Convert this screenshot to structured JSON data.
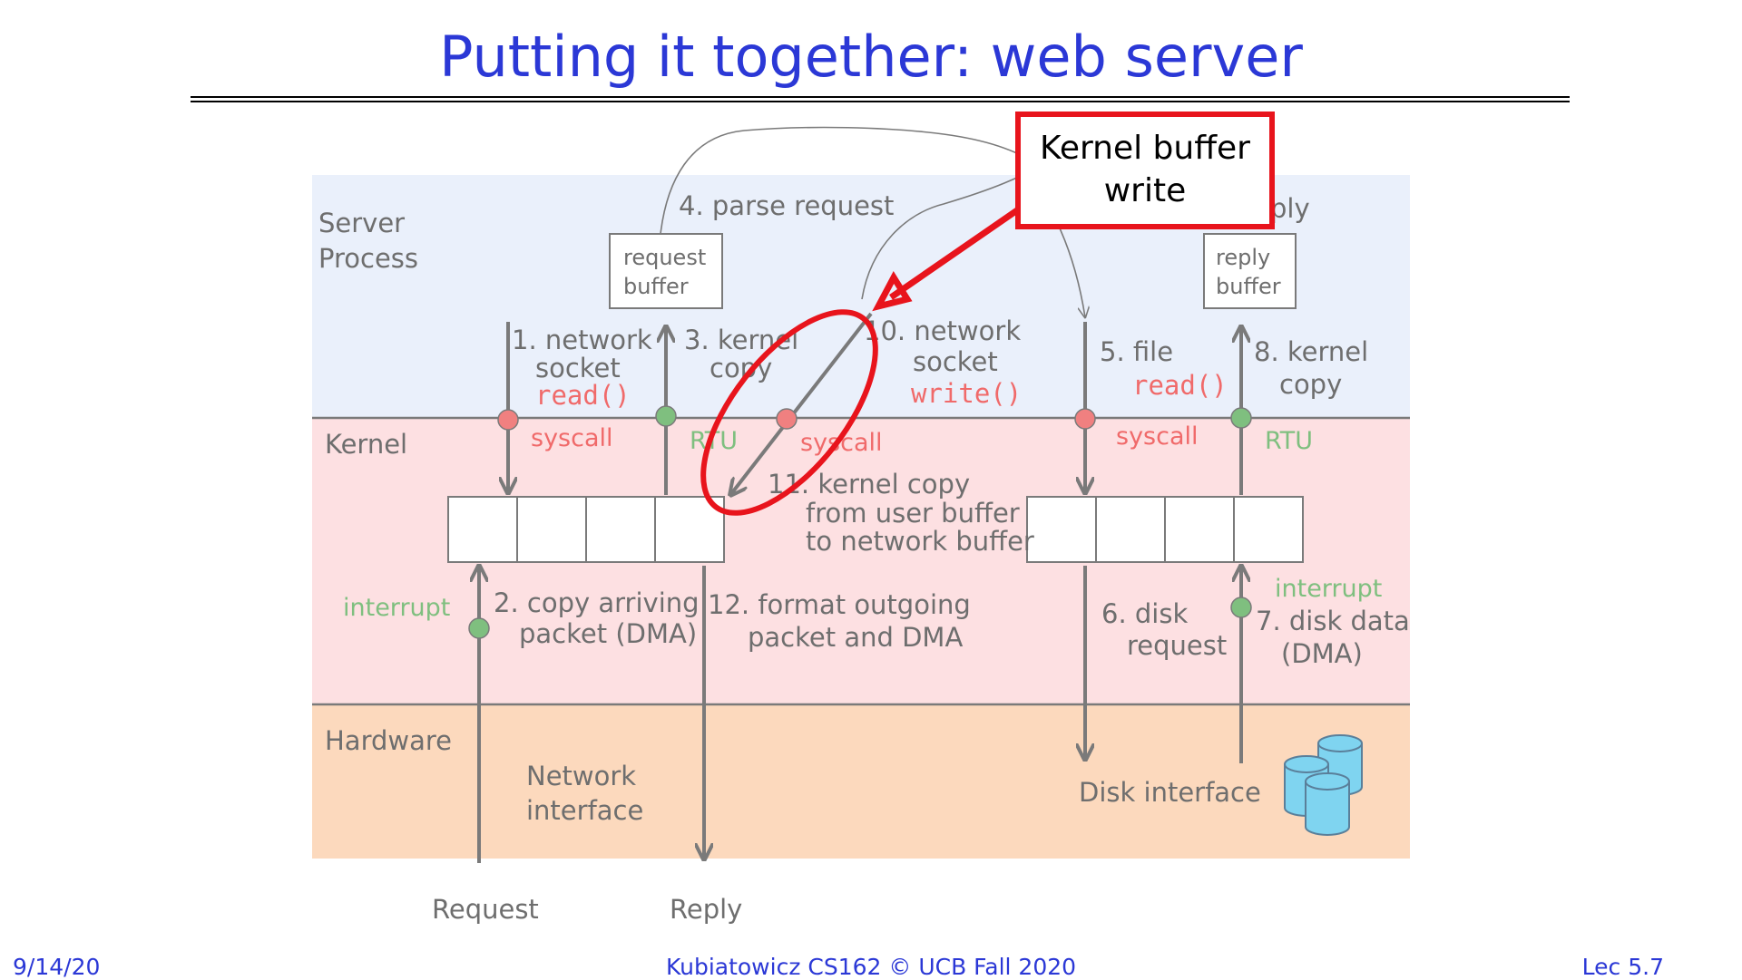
{
  "title": "Putting it together: web server",
  "footer": {
    "date": "9/14/20",
    "course": "Kubiatowicz CS162 © UCB Fall 2020",
    "lecture": "Lec 5.7"
  },
  "layers": {
    "server_process_line1": "Server",
    "server_process_line2": "Process",
    "kernel": "Kernel",
    "hardware": "Hardware"
  },
  "buffers": {
    "request_line1": "request",
    "request_line2": "buffer",
    "reply_line1": "reply",
    "reply_line2": "buffer"
  },
  "steps": {
    "s1_line1": "1. network",
    "s1_line2": "socket",
    "s1_call": "read()",
    "s2_line1": "2. copy arriving",
    "s2_line2": "packet (DMA)",
    "s3_line1": "3. kernel",
    "s3_line2": "copy",
    "s4": "4. parse request",
    "s5_line1": "5. file",
    "s5_call": "read()",
    "s6_line1": "6. disk",
    "s6_line2": "request",
    "s7_line1": "7. disk data",
    "s7_line2": "(DMA)",
    "s8_line1": "8. kernel",
    "s8_line2": "copy",
    "s9_partial": "ply",
    "s10_line1": "10. network",
    "s10_line2": "socket",
    "s10_call": "write()",
    "s11_line1": "11. kernel copy",
    "s11_line2": "from user buffer",
    "s11_line3": "to network buffer",
    "s12_line1": "12. format outgoing",
    "s12_line2": "packet and DMA"
  },
  "markers": {
    "syscall_1": "syscall",
    "rtu_1": "RTU",
    "syscall_2": "syscall",
    "syscall_3": "syscall",
    "rtu_2": "RTU",
    "interrupt_1": "interrupt",
    "interrupt_2": "interrupt"
  },
  "hardware_labels": {
    "network_line1": "Network",
    "network_line2": "interface",
    "disk": "Disk interface"
  },
  "io": {
    "request": "Request",
    "reply": "Reply"
  },
  "callout": {
    "line1": "Kernel buffer",
    "line2": "write"
  },
  "colors": {
    "title": "#2b38d6",
    "server_band": "#eaf0fb",
    "kernel_band": "#fde0e2",
    "hardware_band": "#fcd9bd",
    "syscall_red": "#f08080",
    "rtu_green": "#7fbf7f",
    "callout_red": "#e8141c",
    "disk_blue": "#7fd4f0"
  }
}
